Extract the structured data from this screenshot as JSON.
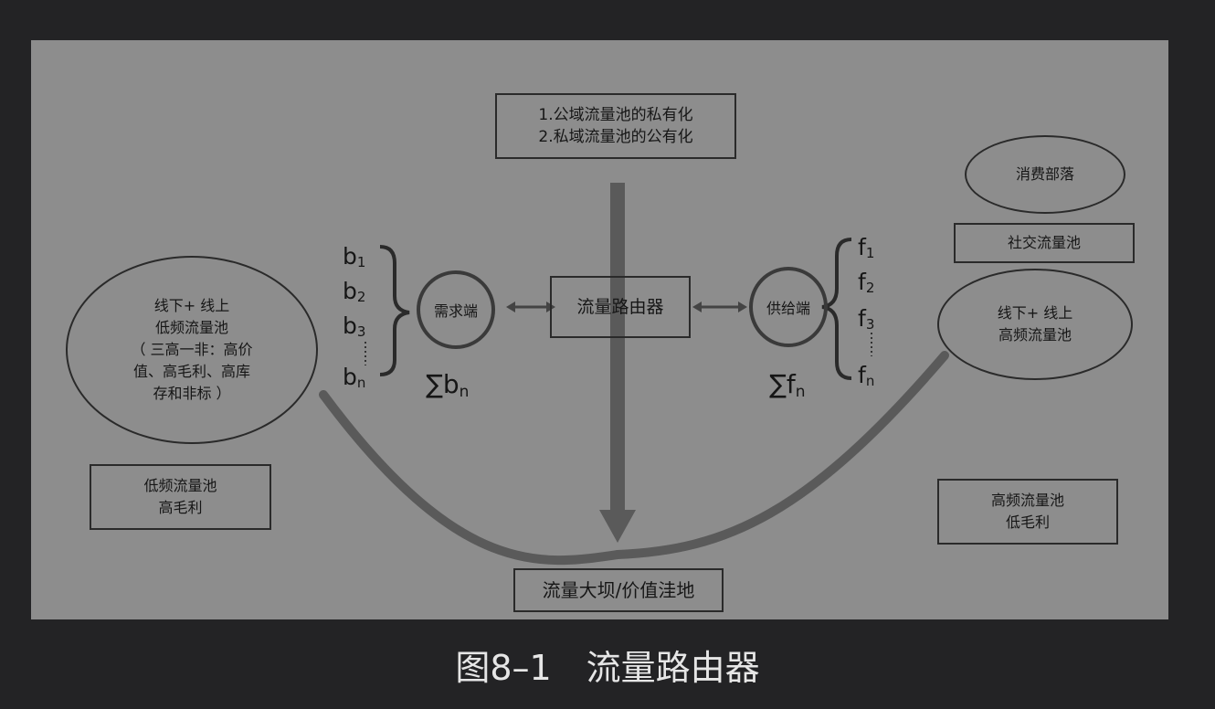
{
  "figure": {
    "top_box": {
      "line1": "1.公域流量池的私有化",
      "line2": "2.私域流量池的公有化"
    },
    "router": "流量路由器",
    "demand": "需求端",
    "supply": "供给端",
    "left_ellipse": {
      "line1": "线下+ 线上",
      "line2": "低频流量池",
      "line3": "（ 三高一非：高价",
      "line4": "值、高毛利、高库",
      "line5": "存和非标 ）"
    },
    "right_ellipse": {
      "line1": "线下+ 线上",
      "line2": "高频流量池"
    },
    "consumer_tribe": "消费部落",
    "social_pool": "社交流量池",
    "left_bottom_box": {
      "line1": "低频流量池",
      "line2": "高毛利"
    },
    "right_bottom_box": {
      "line1": "高频流量池",
      "line2": "低毛利"
    },
    "dam_box": "流量大坝/价值洼地",
    "b_vars": {
      "b": "b",
      "s1": "1",
      "s2": "2",
      "s3": "3",
      "sn": "n",
      "sum_symbol": "∑",
      "sum_var": "b",
      "sum_sub": "n"
    },
    "f_vars": {
      "f": "f",
      "s1": "1",
      "s2": "2",
      "s3": "3",
      "sn": "n",
      "sum_symbol": "∑",
      "sum_var": "f",
      "sum_sub": "n"
    }
  },
  "caption": "图8–1　流量路由器",
  "colors": {
    "page_background": "#232325",
    "figure_background": "#8d8d8d",
    "ink": "#161616",
    "arrow": "#5a5a5a",
    "caption_text": "#e6e6e6"
  }
}
